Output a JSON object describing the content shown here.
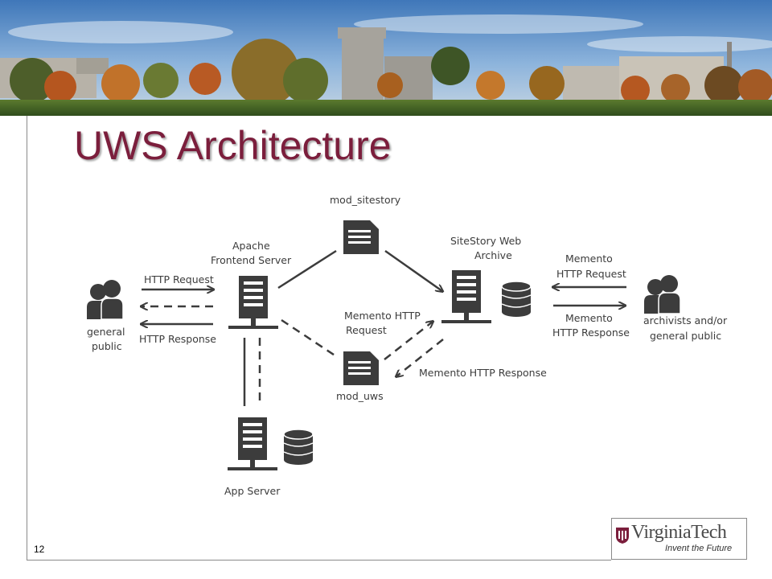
{
  "slide": {
    "title": "UWS Architecture",
    "page_number": "12"
  },
  "logo": {
    "name": "VirginiaTech",
    "tagline": "Invent the Future"
  },
  "diagram": {
    "mod_sitestory": "mod_sitestory",
    "apache_line1": "Apache",
    "apache_line2": "Frontend Server",
    "sitestory_line1": "SiteStory Web",
    "sitestory_line2": "Archive",
    "http_request": "HTTP Request",
    "http_response": "HTTP Response",
    "general_public_line1": "general",
    "general_public_line2": "public",
    "memento_req_line1": "Memento",
    "memento_req_line2": "HTTP Request",
    "memento_resp_line1": "Memento",
    "memento_resp_line2": "HTTP Response",
    "archivists_line1": "archivists and/or",
    "archivists_line2": "general public",
    "memento_http_line1": "Memento HTTP",
    "memento_http_line2": "Request",
    "mod_uws": "mod_uws",
    "memento_http_response": "Memento HTTP Response",
    "app_server": "App Server"
  },
  "icons": {
    "people": "people-icon",
    "server": "server-icon",
    "document": "document-icon",
    "database": "database-icon"
  },
  "colors": {
    "title": "#7b1e3c",
    "diagram": "#3c3c3c",
    "frame": "#8a8a8a"
  }
}
